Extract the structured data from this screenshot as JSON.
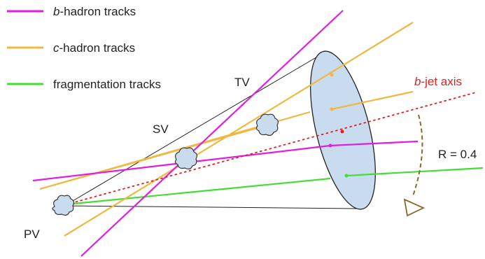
{
  "legend": {
    "items": [
      {
        "prefix": "b",
        "text": "-hadron tracks",
        "color": "#e01ee0"
      },
      {
        "prefix": "c",
        "text": "-hadron tracks",
        "color": "#f0b840"
      },
      {
        "prefix": "",
        "text": "fragmentation tracks",
        "color": "#44dd33"
      }
    ]
  },
  "labels": {
    "pv": "PV",
    "sv": "SV",
    "tv": "TV",
    "jet_axis_prefix": "b",
    "jet_axis_text": "-jet axis",
    "radius": "R = 0.4"
  },
  "colors": {
    "b_hadron": "#e01ee0",
    "c_hadron": "#f0b840",
    "fragmentation": "#44dd33",
    "jet_axis": "#e02020",
    "ellipse_fill": "#c9dcef",
    "arc": "#8a6a2a",
    "vertex_fill": "#c9dcef"
  }
}
